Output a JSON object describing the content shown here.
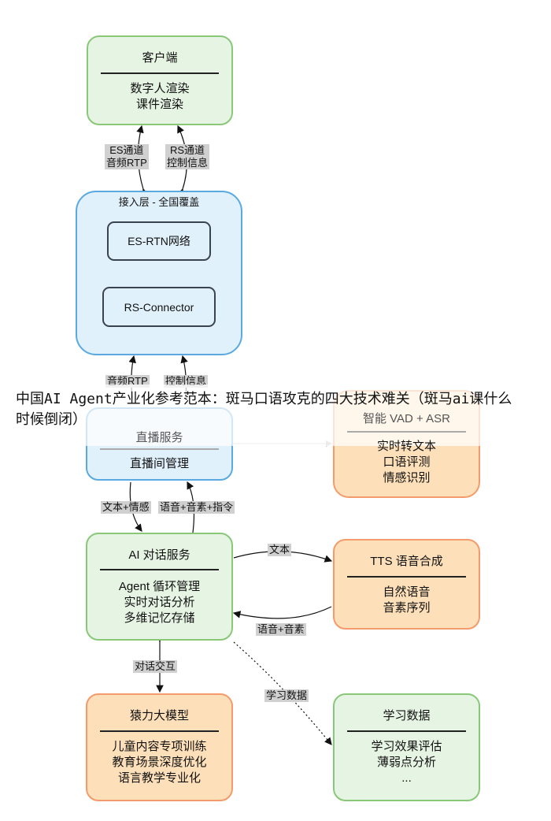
{
  "client": {
    "title": "客户端",
    "lines": [
      "数字人渲染",
      "课件渲染"
    ]
  },
  "access": {
    "title": "接入层 - 全国覆盖",
    "es": "ES-RTN网络",
    "rs": "RS-Connector"
  },
  "edge_labels": {
    "es_channel": [
      "ES通道",
      "音频RTP"
    ],
    "rs_channel": [
      "RS通道",
      "控制信息"
    ],
    "audio_rtp": "音频RTP",
    "control": "控制信息",
    "text_emotion": "文本+情感",
    "voice_cmd": "语音+音素+指令",
    "text": "文本",
    "voice_phoneme": "语音+音素",
    "dialog": "对话交互",
    "learn": "学习数据"
  },
  "live": {
    "title": "直播服务",
    "lines": [
      "直播间管理"
    ]
  },
  "asr": {
    "title": "智能 VAD + ASR",
    "lines": [
      "实时转文本",
      "口语评测",
      "情感识别"
    ]
  },
  "ai": {
    "title": "AI 对话服务",
    "lines": [
      "Agent 循环管理",
      "实时对话分析",
      "多维记忆存储"
    ]
  },
  "tts": {
    "title": "TTS 语音合成",
    "lines": [
      "自然语音",
      "音素序列"
    ]
  },
  "llm": {
    "title": "猿力大模型",
    "lines": [
      "儿童内容专项训练",
      "教育场景深度优化",
      "语言教学专业化"
    ]
  },
  "data": {
    "title": "学习数据",
    "lines": [
      "学习效果评估",
      "薄弱点分析",
      "..."
    ]
  },
  "overlay_title": "中国AI Agent产业化参考范本：斑马口语攻克的四大技术难关（斑马ai课什么时候倒闭）",
  "colors": {
    "green": "#e6f4e3",
    "blue": "#e1f1fb",
    "orange": "#fde0b9"
  }
}
